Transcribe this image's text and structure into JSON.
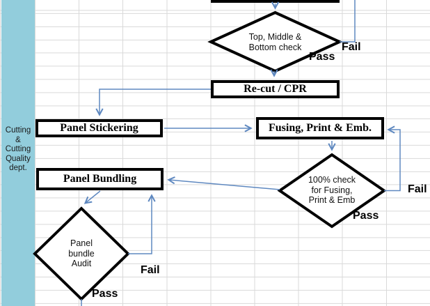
{
  "sidebar": {
    "label": "Cutting\n&\nCutting\nQuality\ndept."
  },
  "nodes": {
    "check1": {
      "label": "Top, Middle &\nBottom check"
    },
    "recut": {
      "label": "Re-cut / CPR"
    },
    "stickering": {
      "label": "Panel Stickering"
    },
    "fusing": {
      "label": "Fusing, Print & Emb."
    },
    "check2": {
      "label": "100% check\nfor Fusing,\nPrint & Emb"
    },
    "bundling": {
      "label": "Panel Bundling"
    },
    "audit": {
      "label": "Panel\nbundle\nAudit"
    }
  },
  "edge_labels": {
    "check1_fail": "Fail",
    "check1_pass": "Pass",
    "check2_fail": "Fail",
    "check2_pass": "Pass",
    "audit_fail": "Fail",
    "audit_pass": "Pass"
  },
  "colors": {
    "department_fill": "#92CDDC",
    "connector": "#5e88c0",
    "gridline": "#d9d9d9",
    "shape_border": "#000000"
  }
}
